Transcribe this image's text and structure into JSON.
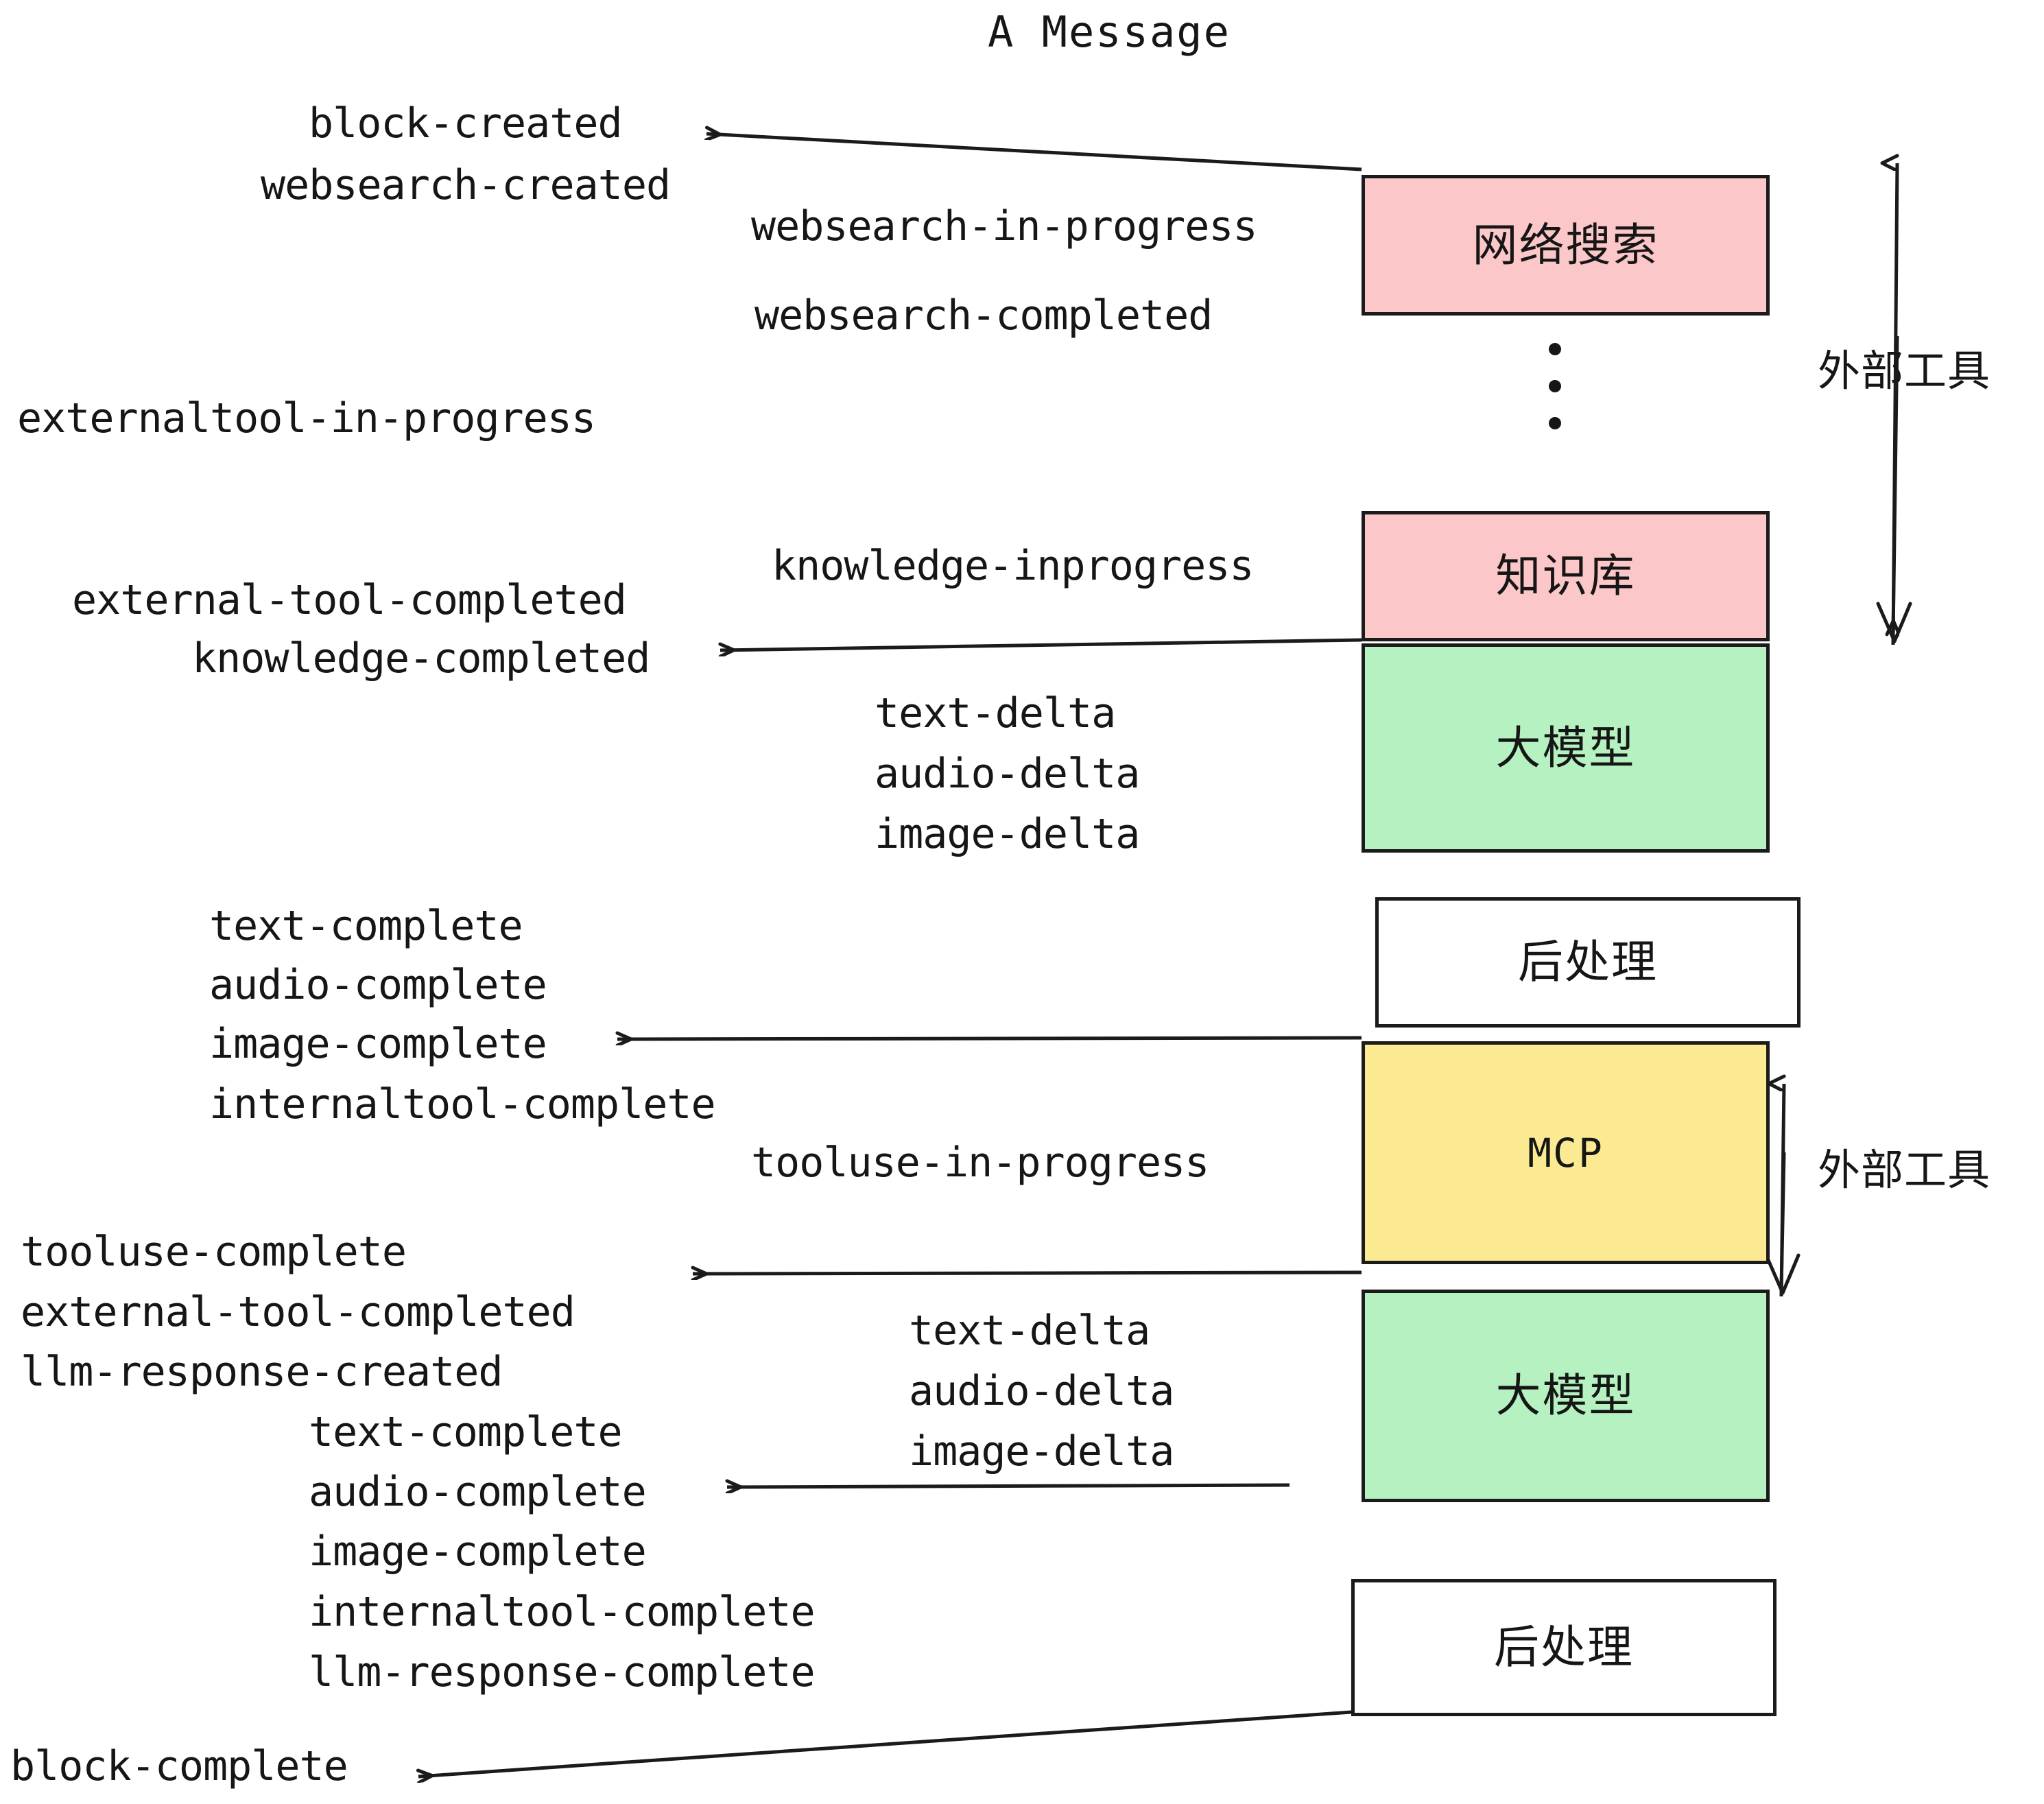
{
  "diagram": {
    "title": "A Message",
    "colors": {
      "pink": "#fcc7c9",
      "green": "#b6f2c1",
      "yellow": "#fbea92",
      "white": "#ffffff",
      "stroke": "#1b1b1b"
    },
    "nodes": [
      {
        "id": "websearch",
        "label": "网络搜索",
        "fill": "pink",
        "mono": false
      },
      {
        "id": "knowledge",
        "label": "知识库",
        "fill": "pink",
        "mono": false
      },
      {
        "id": "llm1",
        "label": "大模型",
        "fill": "green",
        "mono": false
      },
      {
        "id": "post1",
        "label": "后处理",
        "fill": "white",
        "mono": false
      },
      {
        "id": "mcp",
        "label": "MCP",
        "fill": "yellow",
        "mono": true
      },
      {
        "id": "llm2",
        "label": "大模型",
        "fill": "green",
        "mono": false
      },
      {
        "id": "post2",
        "label": "后处理",
        "fill": "white",
        "mono": false
      }
    ],
    "side_labels": [
      {
        "id": "external-tools-top",
        "text": "外部工具"
      },
      {
        "id": "external-tools-bottom",
        "text": "外部工具"
      }
    ],
    "events": {
      "block_created": "block-created",
      "websearch_created": "websearch-created",
      "websearch_in_progress": "websearch-in-progress",
      "websearch_completed": "websearch-completed",
      "externaltool_in_progress": "externaltool-in-progress",
      "knowledge_inprogress": "knowledge-inprogress",
      "external_tool_completed_1": "external-tool-completed",
      "knowledge_completed": "knowledge-completed",
      "text_delta_1": "text-delta",
      "audio_delta_1": "audio-delta",
      "image_delta_1": "image-delta",
      "text_complete_1": "text-complete",
      "audio_complete_1": "audio-complete",
      "image_complete_1": "image-complete",
      "internaltool_complete_1": "internaltool-complete",
      "tooluse_in_progress": "tooluse-in-progress",
      "tooluse_complete": "tooluse-complete",
      "external_tool_completed_2": "external-tool-completed",
      "llm_response_created": "llm-response-created",
      "text_delta_2": "text-delta",
      "audio_delta_2": "audio-delta",
      "image_delta_2": "image-delta",
      "text_complete_2": "text-complete",
      "audio_complete_2": "audio-complete",
      "image_complete_2": "image-complete",
      "internaltool_complete_2": "internaltool-complete",
      "llm_response_complete": "llm-response-complete",
      "block_complete": "block-complete"
    }
  }
}
